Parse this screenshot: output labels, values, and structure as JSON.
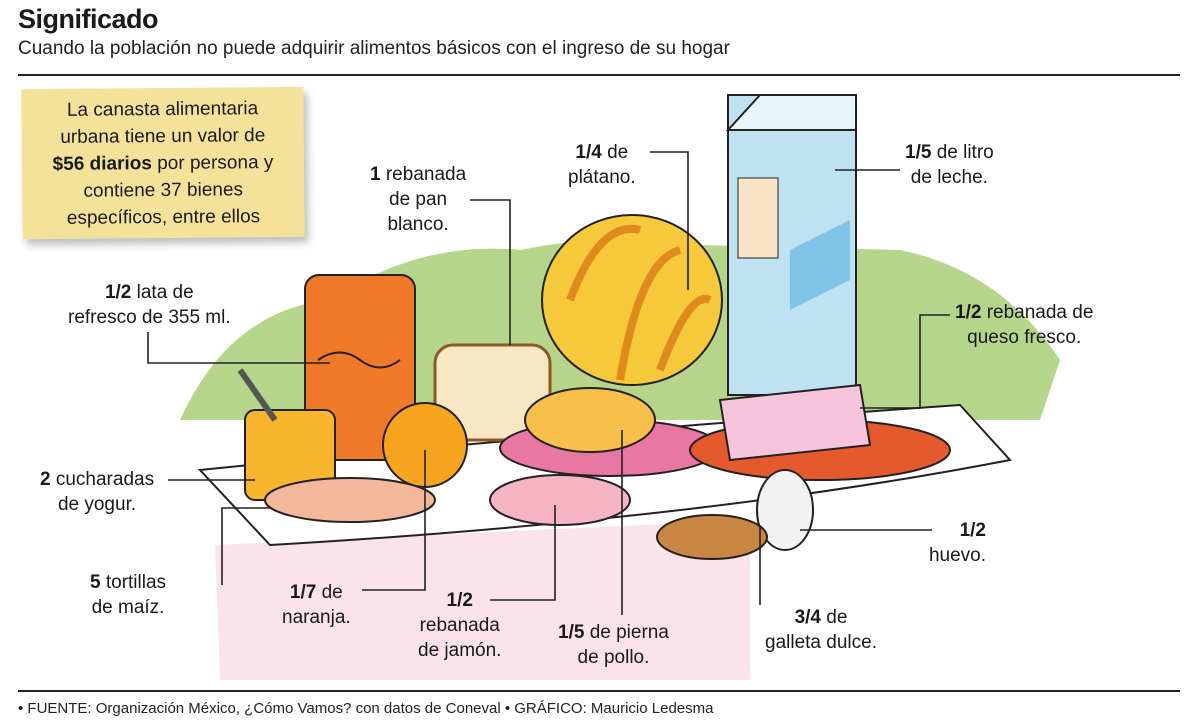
{
  "header": {
    "title": "Significado",
    "subtitle": "Cuando la población no puede adquirir alimentos básicos con el ingreso de su hogar"
  },
  "note": {
    "line1": "La canasta alimentaria",
    "line2": "urbana tiene un valor de",
    "bold": "$56 diarios",
    "line3_rest": " por persona y",
    "line4": "contiene 37 bienes",
    "line5": "específicos, entre ellos"
  },
  "items": [
    {
      "qty": "1",
      "text1": " rebanada",
      "text2": "de pan",
      "text3": "blanco."
    },
    {
      "qty": "1/4",
      "text1": " de",
      "text2": "plátano."
    },
    {
      "qty": "1/5",
      "text1": " de litro",
      "text2": "de leche."
    },
    {
      "qty": "1/2",
      "text1": " lata de",
      "text2": "refresco de 355 ml."
    },
    {
      "qty": "1/2",
      "text1": " rebanada de",
      "text2": "queso fresco."
    },
    {
      "qty": "2",
      "text1": " cucharadas",
      "text2": "de yogur."
    },
    {
      "qty": "5",
      "text1": " tortillas",
      "text2": "de maíz."
    },
    {
      "qty": "1/7",
      "text1": " de",
      "text2": "naranja."
    },
    {
      "qty": "1/2",
      "text1": "rebanada",
      "text2": "de jamón."
    },
    {
      "qty": "1/5",
      "text1": " de pierna",
      "text2": "de pollo."
    },
    {
      "qty": "1/2",
      "text1": "huevo."
    },
    {
      "qty": "3/4",
      "text1": " de",
      "text2": "galleta dulce."
    }
  ],
  "footer": "• FUENTE: Organización México, ¿Cómo Vamos? con datos de Coneval • GRÁFICO: Mauricio Ledesma",
  "colors": {
    "note": "#f5e29a",
    "green": "#b5d68a",
    "pink": "#fbe3ec"
  }
}
